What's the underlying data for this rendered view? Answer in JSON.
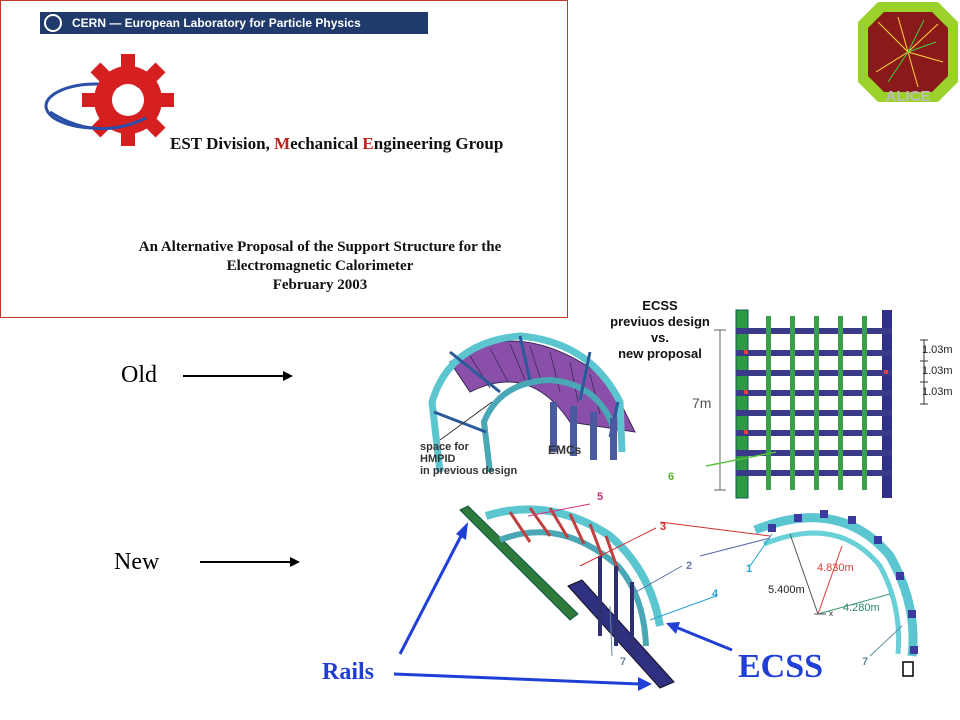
{
  "header": {
    "cern_bar": "CERN — European Laboratory for Particle Physics",
    "division_prefix": "EST Division, ",
    "division_m": "M",
    "division_echanical": "echanical ",
    "division_e": "E",
    "division_ngineering": "ngineering Group",
    "proposal_line1": "An Alternative Proposal of the Support Structure for the",
    "proposal_line2": "Electromagnetic Calorimeter",
    "proposal_line3": "February 2003"
  },
  "alice_logo_text": "ALICE",
  "labels": {
    "old": "Old",
    "new": "New",
    "rails": "Rails",
    "ecss": "ECSS"
  },
  "old_design": {
    "space_note_1": "space for",
    "space_note_2": "HMPID",
    "space_note_3": "in previous design",
    "emcs": "EMCs"
  },
  "comparison": {
    "title_1": "ECSS",
    "title_2": "previuos design",
    "title_3": "vs.",
    "title_4": "new proposal",
    "height": "7m",
    "spacing_1": "1.03m",
    "spacing_2": "1.03m",
    "spacing_3": "1.03m",
    "marker": "6"
  },
  "new_design": {
    "n1": "1",
    "n2": "2",
    "n3": "3",
    "n4": "4",
    "n5": "5",
    "n7a": "7",
    "n7b": "7",
    "r1": "4.830m",
    "r2": "5.400m",
    "r3": "4.280m",
    "axis_x": "x"
  },
  "colors": {
    "accent_red": "#c0201a",
    "annotation_blue": "#1f3fd6",
    "cern_bar": "#1f3a6b"
  }
}
